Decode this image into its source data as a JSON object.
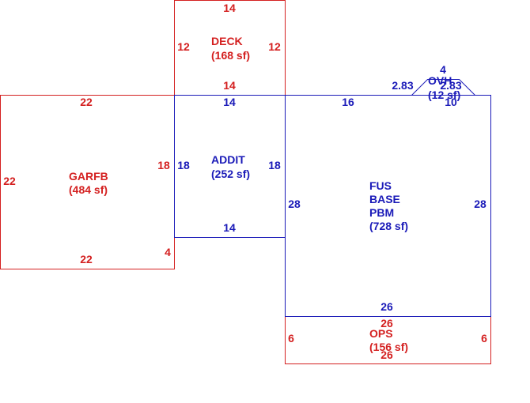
{
  "colors": {
    "red": "#d42020",
    "blue": "#1a1ab8"
  },
  "areas": {
    "deck": {
      "name": "DECK",
      "area": "(168 sf)",
      "color": "red",
      "dims": {
        "top": "14",
        "left": "12",
        "right": "12",
        "bottom": "14"
      }
    },
    "garfb": {
      "name": "GARFB",
      "area": "(484 sf)",
      "color": "red",
      "dims": {
        "top": "22",
        "left": "22",
        "right": "18",
        "bottom": "22",
        "right_low": "4"
      }
    },
    "addit": {
      "name": "ADDIT",
      "area": "(252 sf)",
      "color": "blue",
      "dims": {
        "top": "14",
        "left": "18",
        "right": "18",
        "bottom": "14"
      }
    },
    "fus": {
      "name1": "FUS",
      "name2": "BASE",
      "name3": "PBM",
      "area": "(728 sf)",
      "color": "blue",
      "dims": {
        "top": "16",
        "left": "28",
        "right": "28",
        "bottom": "26"
      }
    },
    "ovh": {
      "name": "OVH",
      "area": "(12 sf)",
      "color": "blue",
      "dims": {
        "top": "4",
        "left": "2.83",
        "right": "2.83",
        "bottom": "10"
      }
    },
    "ops": {
      "name": "OPS",
      "area": "(156 sf)",
      "color": "red",
      "dims": {
        "top": "26",
        "left": "6",
        "right": "6",
        "bottom": "26"
      }
    }
  }
}
